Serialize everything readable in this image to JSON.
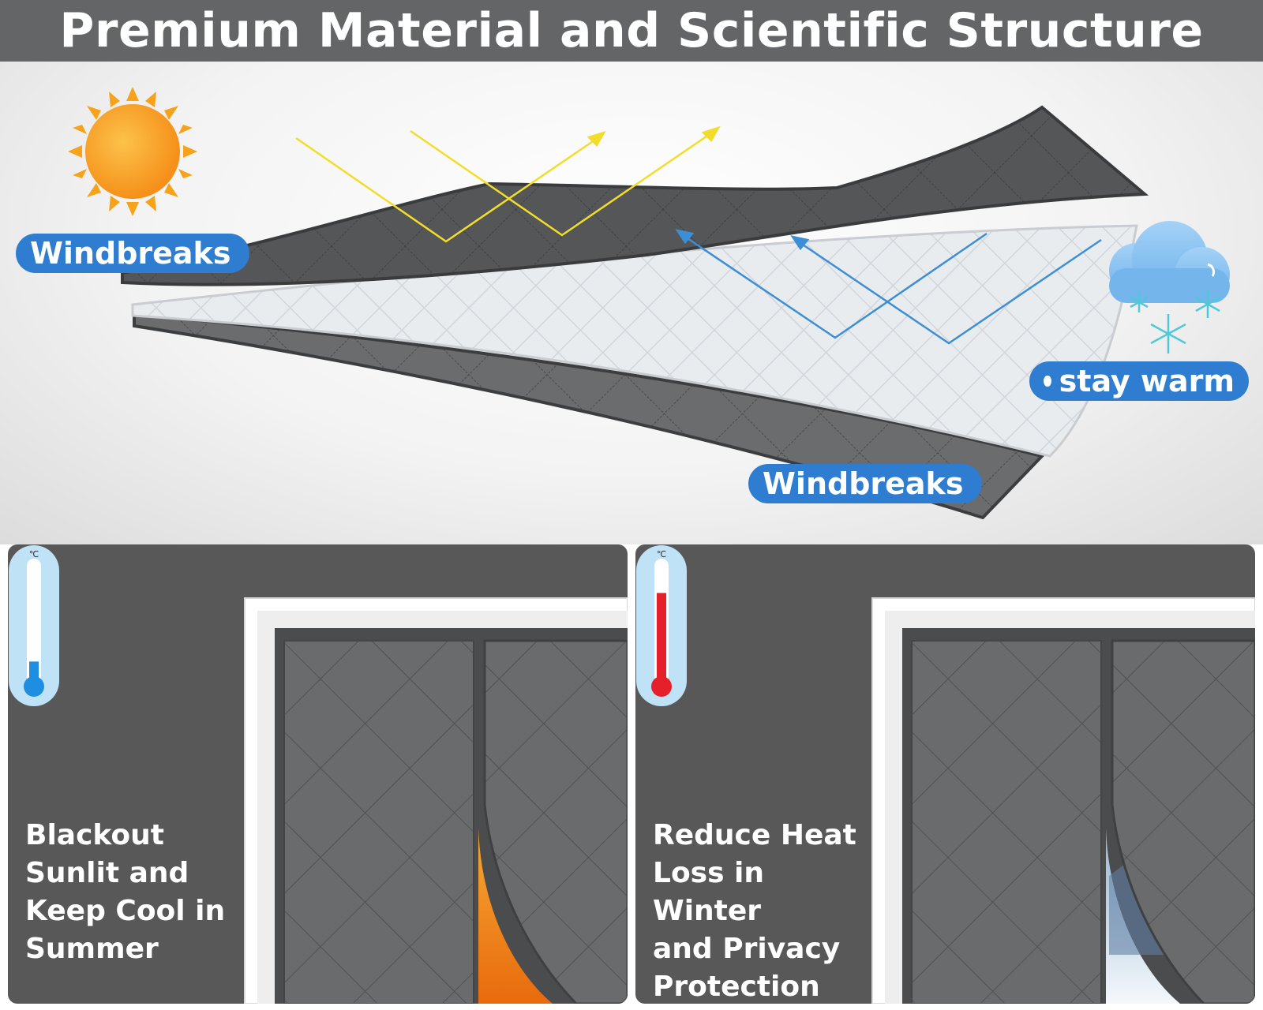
{
  "title": "Premium Material and Scientific Structure",
  "labels": {
    "windbreaks_top": "Windbreaks",
    "stay_warm": "stay warm",
    "windbreaks_bottom": "Windbreaks"
  },
  "panels": [
    {
      "text_lines": [
        "Blackout",
        "Sunlit and",
        "Keep Cool in",
        "Summer"
      ],
      "thermometer_unit": "℃",
      "thermometer_level": 0.2,
      "thermometer_color": "#1e8fe0",
      "outside_view": "warm"
    },
    {
      "text_lines": [
        "Reduce Heat",
        "Loss in Winter",
        "and Privacy",
        "Protection"
      ],
      "thermometer_unit": "℃",
      "thermometer_level": 0.75,
      "thermometer_color": "#e5202a",
      "outside_view": "snow"
    }
  ],
  "colors": {
    "title_bar": "#646566",
    "accent_blue": "#2f7dd0",
    "fabric_dark": "#4c4d4f",
    "fabric_mid": "#6d6e70",
    "insulation": "#e8ecef",
    "sun": "#f7a21b",
    "sun_rays_reflect": "#f1dd2a",
    "cold_rays_reflect": "#3c8fd6",
    "cloud": "#8cc4f2",
    "snowflake": "#4fc9d9"
  },
  "icons": [
    "sun-icon",
    "cloud-snow-icon",
    "thermometer-icon"
  ]
}
